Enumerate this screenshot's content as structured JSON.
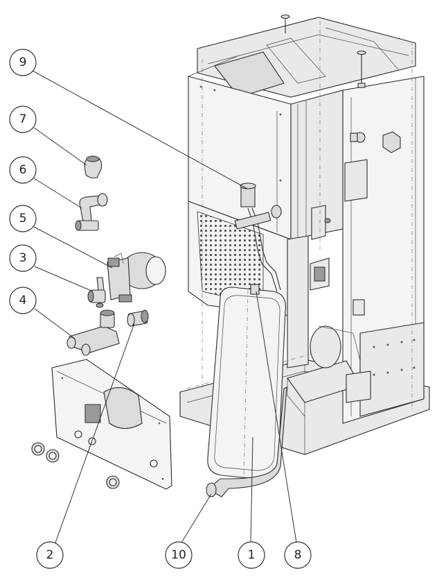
{
  "callouts": [
    {
      "id": "c9",
      "label": "9"
    },
    {
      "id": "c7",
      "label": "7"
    },
    {
      "id": "c6",
      "label": "6"
    },
    {
      "id": "c5",
      "label": "5"
    },
    {
      "id": "c3",
      "label": "3"
    },
    {
      "id": "c4",
      "label": "4"
    },
    {
      "id": "c2",
      "label": "2"
    },
    {
      "id": "c10",
      "label": "10"
    },
    {
      "id": "c1",
      "label": "1"
    },
    {
      "id": "c8",
      "label": "8"
    }
  ]
}
